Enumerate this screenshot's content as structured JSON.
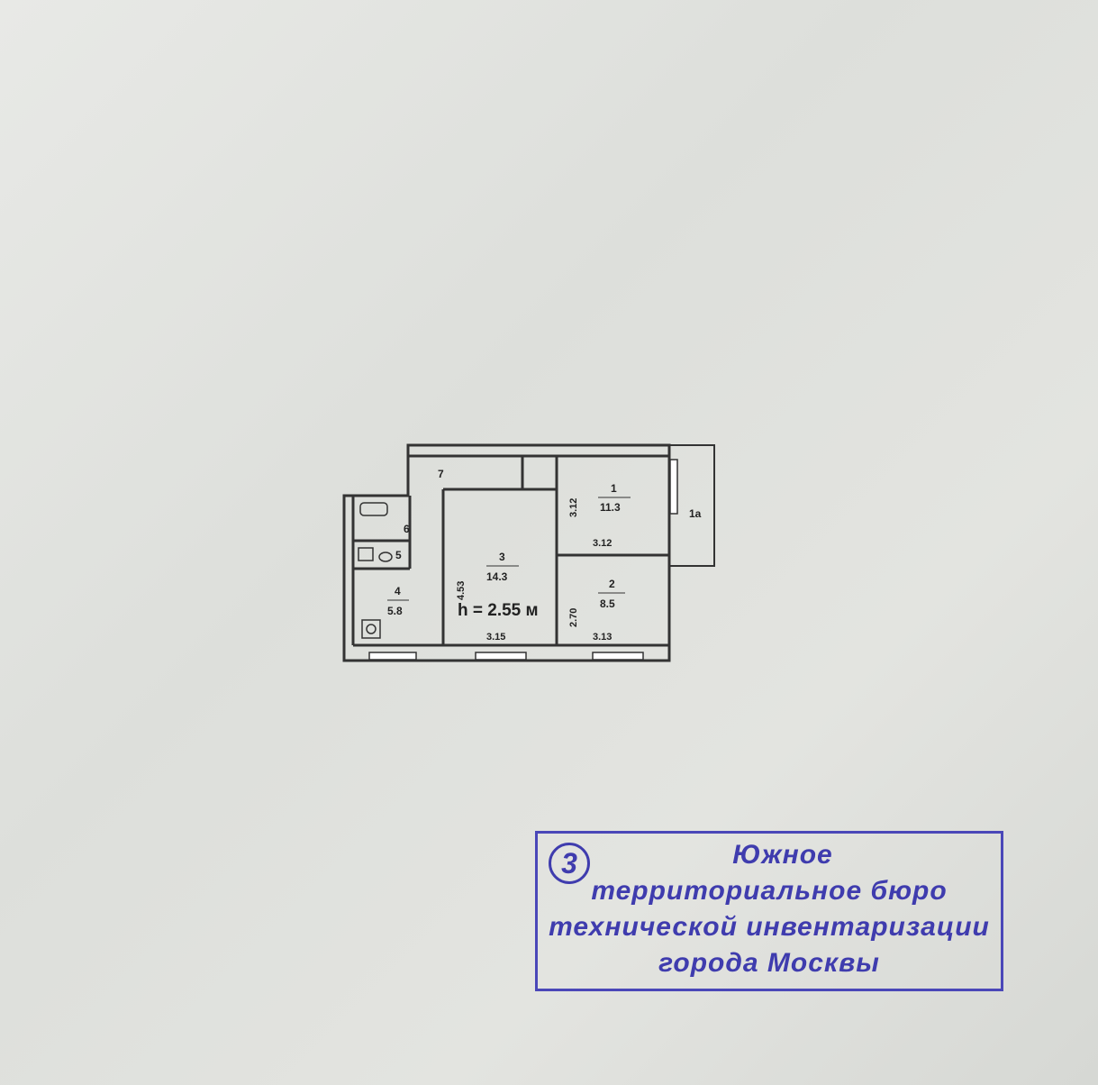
{
  "plan": {
    "rooms": [
      {
        "number": "1",
        "area": "11.3"
      },
      {
        "number": "2",
        "area": "8.5"
      },
      {
        "number": "3",
        "area": "14.3"
      },
      {
        "number": "4",
        "area": "5.8"
      },
      {
        "number": "5"
      },
      {
        "number": "6"
      },
      {
        "number": "7"
      },
      {
        "number": "1а"
      }
    ],
    "dimensions": {
      "room1_height": "3.12",
      "room1_width": "3.12",
      "room2_height": "2.70",
      "room2_width": "3.13",
      "room3_height": "4.53",
      "room3_width": "3.15"
    },
    "ceiling_height": "h = 2.55 м"
  },
  "stamp": {
    "number": "3",
    "lines": [
      "Южное",
      "территориальное бюро",
      "технической инвентаризации",
      "города Москвы"
    ],
    "color": "#3f3cae"
  }
}
